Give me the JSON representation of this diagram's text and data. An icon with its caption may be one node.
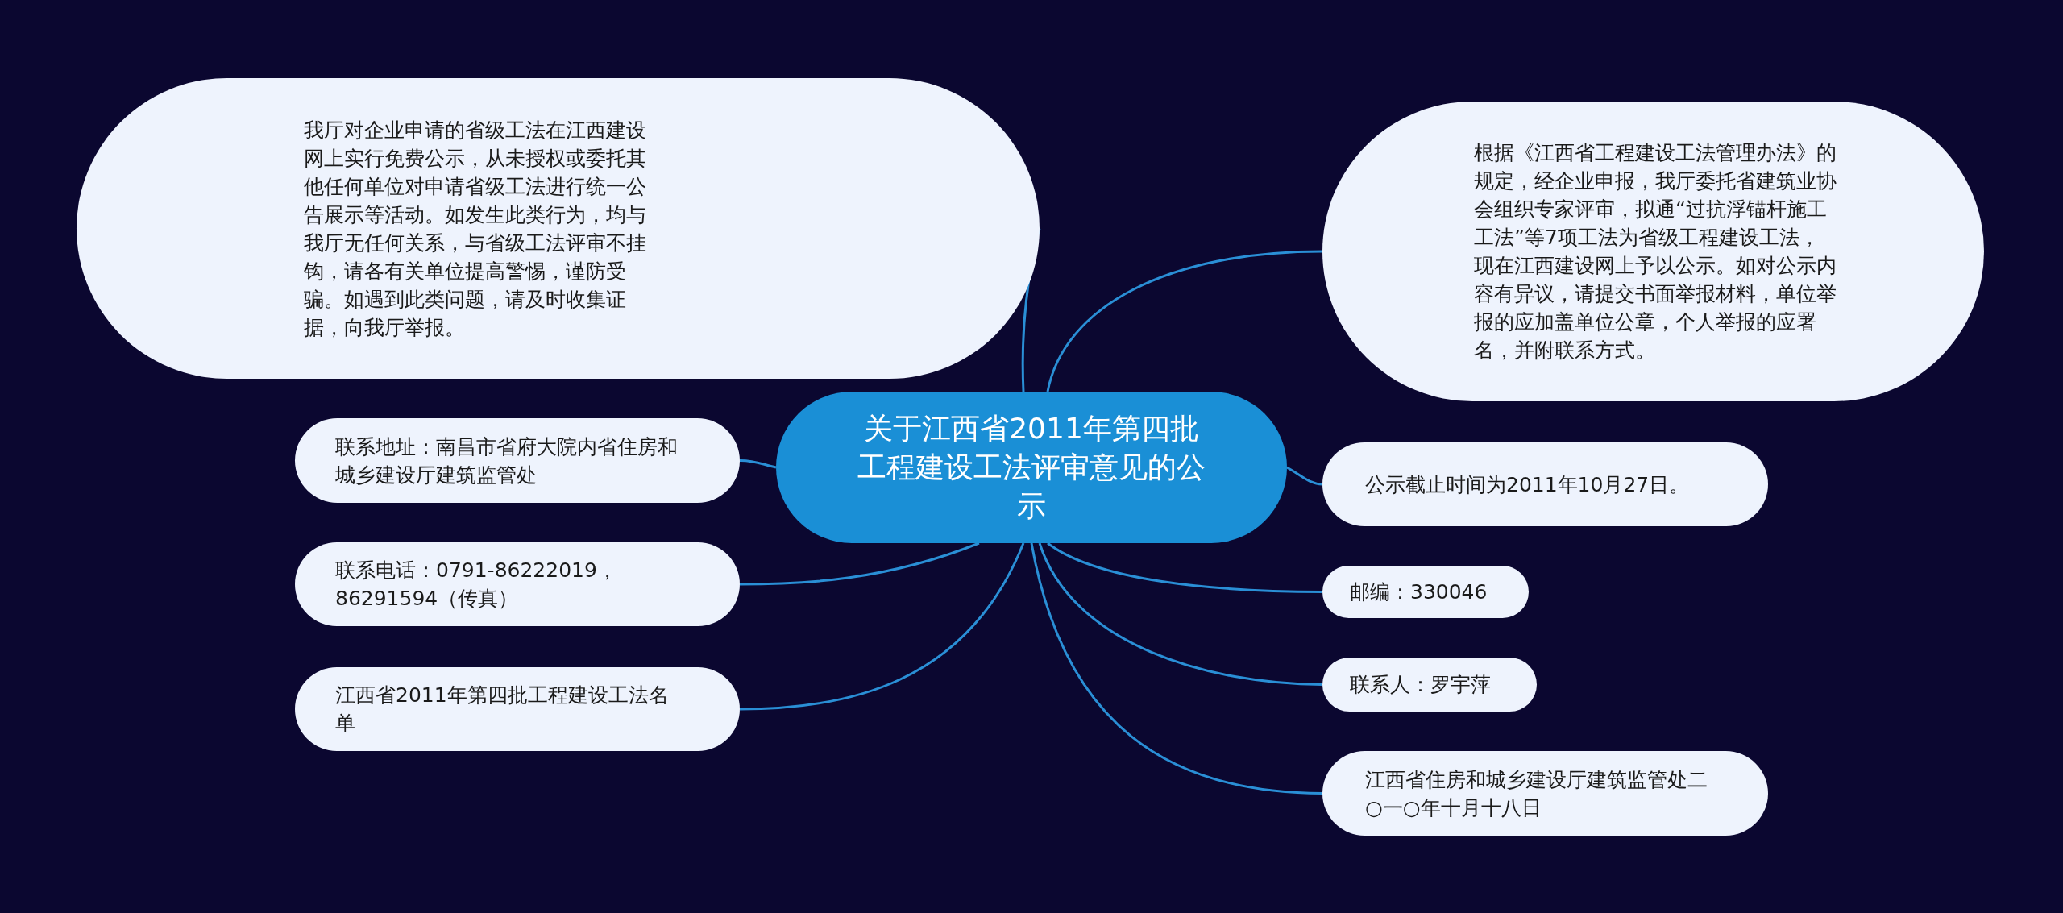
{
  "diagram": {
    "nodes": [
      {
        "text": [
          "我厅对企业申请的省级工法在江西建设网上实行免费公示，从未授权或委托其他任何单位对申请省级工法进行统一公告展示等活动。如发生此类行为，均与我厅无任何关系，与省级工法评审不挂钩，请各有关单位提高警惕，谨防受骗。如遇到此类问题，请及时收集证据，向我厅举报。"
        ]
      },
      {
        "text": [
          "根据《江西省工程建设工法管理办法》的规定，经企业申报，我厅委托省建筑业协会组织专家评审，拟通“过抗浮锚杆施工工法”等7项工法为省级工程建设工法，现在江西建设网上予以公示。如对公示内容有异议，请提交书面举报材料，单位举报的应加盖单位公章，个人举报的应署名，并附联系方式。"
        ]
      },
      {
        "text": [
          "关于江西省2011年第四批工程建设工法评审意见的公示"
        ]
      },
      {
        "text": [
          "联系地址：南昌市省府大院内省住房和城乡建设厅建筑监管处"
        ]
      },
      {
        "text": [
          "联系电话：0791-86222019，86291594（传真）"
        ]
      },
      {
        "text": [
          "江西省2011年第四批工程建设工法名单"
        ]
      },
      {
        "text": [
          "公示截止时间为2011年10月27日。"
        ]
      },
      {
        "text": [
          "邮编：330046"
        ]
      },
      {
        "text": [
          "联系人：罗宇萍"
        ]
      },
      {
        "text": [
          "江西省住房和城乡建设厅建筑监管处二○一○年十月十八日"
        ]
      }
    ],
    "edges": [
      {
        "from": 2,
        "to": 0,
        "arrow": "none"
      },
      {
        "from": 2,
        "to": 1,
        "arrow": "none"
      },
      {
        "from": 2,
        "to": 3,
        "arrow": "none"
      },
      {
        "from": 2,
        "to": 4,
        "arrow": "none"
      },
      {
        "from": 2,
        "to": 5,
        "arrow": "none"
      },
      {
        "from": 2,
        "to": 6,
        "arrow": "none"
      },
      {
        "from": 2,
        "to": 7,
        "arrow": "none"
      },
      {
        "from": 2,
        "to": 8,
        "arrow": "none"
      },
      {
        "from": 2,
        "to": 9,
        "arrow": "none"
      }
    ]
  }
}
